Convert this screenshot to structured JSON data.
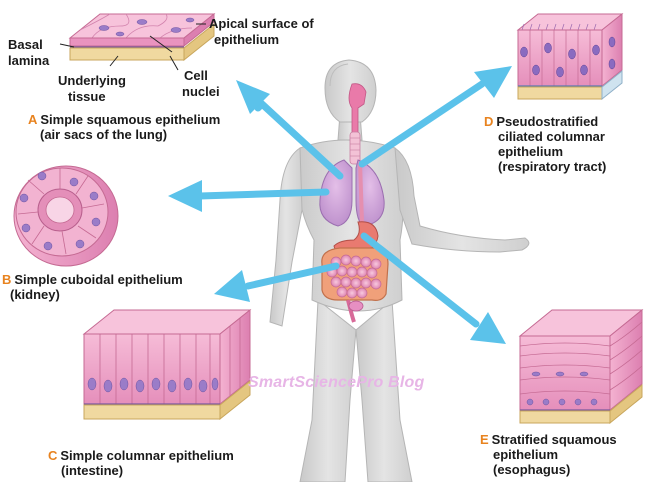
{
  "colors": {
    "arrow": "#5bc2ea",
    "tissue_pink": "#f0a9c8",
    "tissue_dark": "#d672a6",
    "nucleus": "#9a7cc8",
    "basal_yellow": "#f0d9a0",
    "label_letter": "#e8831f",
    "watermark": "#e7b5e6"
  },
  "labels": {
    "basal": "Basal",
    "lamina": "lamina",
    "apical_1": "Apical surface of",
    "apical_2": "epithelium",
    "underlying_1": "Underlying",
    "underlying_2": "tissue",
    "cell_1": "Cell",
    "cell_2": "nuclei"
  },
  "tissues": [
    {
      "letter": "A",
      "name": "Simple squamous epithelium",
      "location": "(air sacs of the lung)"
    },
    {
      "letter": "B",
      "name": "Simple cuboidal epithelium",
      "location": "(kidney)"
    },
    {
      "letter": "C",
      "name": "Simple columnar epithelium",
      "location": "(intestine)"
    },
    {
      "letter": "D",
      "name_lines": [
        "Pseudostratified",
        "ciliated columnar",
        "epithelium"
      ],
      "location": "(respiratory tract)"
    },
    {
      "letter": "E",
      "name_lines": [
        "Stratified squamous",
        "epithelium"
      ],
      "location": "(esophagus)"
    }
  ],
  "watermark": "SmartSciencePro Blog"
}
